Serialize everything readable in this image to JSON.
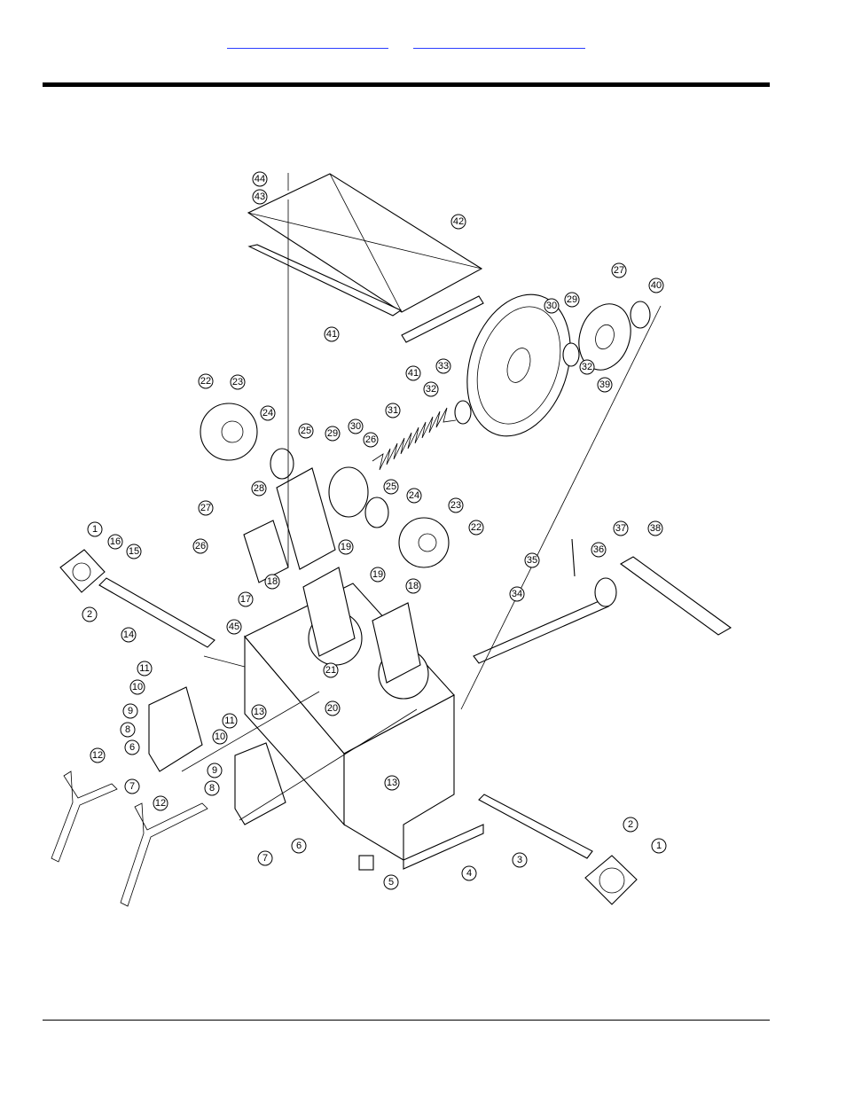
{
  "header": {
    "links": [
      "",
      ""
    ]
  },
  "callouts": [
    {
      "n": "44"
    },
    {
      "n": "43"
    },
    {
      "n": "42"
    },
    {
      "n": "41"
    },
    {
      "n": "41"
    },
    {
      "n": "27"
    },
    {
      "n": "40"
    },
    {
      "n": "30"
    },
    {
      "n": "29"
    },
    {
      "n": "33"
    },
    {
      "n": "32"
    },
    {
      "n": "32"
    },
    {
      "n": "39"
    },
    {
      "n": "22"
    },
    {
      "n": "23"
    },
    {
      "n": "24"
    },
    {
      "n": "31"
    },
    {
      "n": "25"
    },
    {
      "n": "29"
    },
    {
      "n": "30"
    },
    {
      "n": "26"
    },
    {
      "n": "28"
    },
    {
      "n": "25"
    },
    {
      "n": "24"
    },
    {
      "n": "23"
    },
    {
      "n": "27"
    },
    {
      "n": "22"
    },
    {
      "n": "1"
    },
    {
      "n": "16"
    },
    {
      "n": "15"
    },
    {
      "n": "26"
    },
    {
      "n": "19"
    },
    {
      "n": "35"
    },
    {
      "n": "37"
    },
    {
      "n": "38"
    },
    {
      "n": "36"
    },
    {
      "n": "2"
    },
    {
      "n": "18"
    },
    {
      "n": "19"
    },
    {
      "n": "18"
    },
    {
      "n": "17"
    },
    {
      "n": "34"
    },
    {
      "n": "14"
    },
    {
      "n": "45"
    },
    {
      "n": "11"
    },
    {
      "n": "21"
    },
    {
      "n": "10"
    },
    {
      "n": "13"
    },
    {
      "n": "20"
    },
    {
      "n": "9"
    },
    {
      "n": "8"
    },
    {
      "n": "11"
    },
    {
      "n": "6"
    },
    {
      "n": "10"
    },
    {
      "n": "12"
    },
    {
      "n": "9"
    },
    {
      "n": "13"
    },
    {
      "n": "8"
    },
    {
      "n": "7"
    },
    {
      "n": "12"
    },
    {
      "n": "2"
    },
    {
      "n": "1"
    },
    {
      "n": "6"
    },
    {
      "n": "7"
    },
    {
      "n": "3"
    },
    {
      "n": "4"
    },
    {
      "n": "5"
    }
  ]
}
